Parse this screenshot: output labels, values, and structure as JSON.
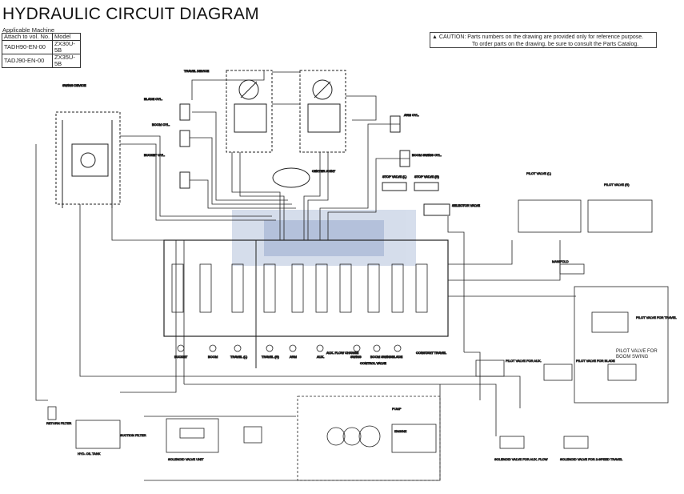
{
  "title": "HYDRAULIC CIRCUIT DIAGRAM",
  "applicable_machine": {
    "label": "Applicable Machine",
    "headers": [
      "Attach to vol. No.",
      "Model"
    ],
    "rows": [
      [
        "TADH90-EN-00",
        "ZX30U-5B"
      ],
      [
        "TADJ90-EN-00",
        "ZX35U-5B"
      ]
    ]
  },
  "caution": {
    "icon": "warning-triangle-icon",
    "line1": "CAUTION: Parts numbers on the drawing are provided only for reference purpose.",
    "line2": "To order parts on the drawing, be sure to consult the Parts Catalog."
  },
  "diagram": {
    "labels": {
      "swing_device": "SWING DEVICE",
      "travel_device": "TRAVEL DEVICE",
      "blade_cyl": "BLADE CYL.",
      "boom_cyl": "BOOM CYL.",
      "bucket_cyl": "BUCKET CYL.",
      "arm_cyl": "ARM CYL.",
      "boom_swing_cyl": "BOOM SWING CYL.",
      "center_joint": "CENTER JOINT",
      "stop_valve_l": "STOP VALVE (L)",
      "stop_valve_r": "STOP VALVE (R)",
      "selector_valve": "SELECTOR VALVE",
      "pilot_valve_l": "PILOT VALVE (L)",
      "pilot_valve_r": "PILOT VALVE (R)",
      "manifold": "MANIFOLD",
      "pilot_valve_travel": "PILOT VALVE FOR TRAVEL",
      "pilot_valve_aux": "PILOT VALVE FOR AUX.",
      "pilot_valve_blade": "PILOT VALVE FOR BLADE",
      "pilot_valve_boom_swing": "PILOT VALVE FOR BOOM SWING",
      "return_filter": "RETURN FILTER",
      "suction_filter": "SUCTION FILTER",
      "hyd_oil_tank": "HYD. OIL TANK",
      "solenoid_valve_unit": "SOLENOID VALVE UNIT",
      "pump": "PUMP",
      "engine": "ENGINE",
      "solenoid_valve_aux": "SOLENOID VALVE FOR AUX. FLOW",
      "solenoid_valve_travel": "SOLENOID VALVE FOR 2-SPEED TRAVEL",
      "control_valve": "CONTROL VALVE"
    },
    "spool_labels": [
      "BUCKET",
      "BOOM",
      "TRAVEL (L)",
      "TRAVEL (R)",
      "ARM",
      "AUX.",
      "AUX. FLOW CHANGE",
      "SWING",
      "BOOM SWING",
      "BLADE",
      "CONSTANT TRAVEL"
    ]
  }
}
